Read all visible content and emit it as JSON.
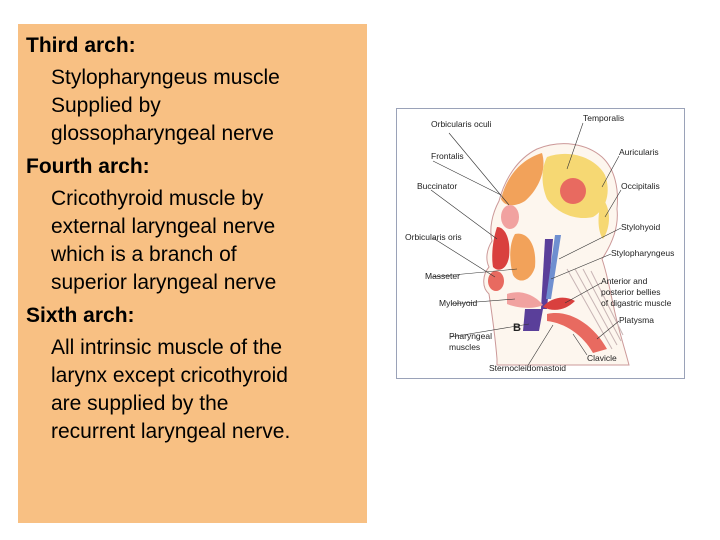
{
  "arches": [
    {
      "heading": "Third arch:",
      "body": "Stylopharyngeus muscle\nSupplied by\nglossopharyngeal nerve"
    },
    {
      "heading": "Fourth arch:",
      "body": "Cricothyroid  muscle by\nexternal laryngeal nerve\nwhich is a branch of\nsuperior laryngeal nerve"
    },
    {
      "heading": "Sixth arch:",
      "body": "All intrinsic muscle  of the\nlarynx except  cricothyroid\nare supplied by the\nrecurrent laryngeal nerve."
    }
  ],
  "figure": {
    "labels": {
      "orbicularis_oculi": "Orbicularis oculi",
      "temporalis": "Temporalis",
      "frontalis": "Frontalis",
      "auricularis": "Auricularis",
      "buccinator": "Buccinator",
      "occipitalis": "Occipitalis",
      "stylohyoid": "Stylohyoid",
      "orbicularis_oris": "Orbicularis oris",
      "stylopharyngeus": "Stylopharyngeus",
      "masseter": "Masseter",
      "anterior_posterior_1": "Anterior and",
      "anterior_posterior_2": "posterior bellies",
      "anterior_posterior_3": "of digastric muscle",
      "mylohyoid": "Mylohyoid",
      "pharyngeal_1": "Pharyngeal",
      "pharyngeal_2": "muscles",
      "platysma": "Platysma",
      "clavicle": "Clavicle",
      "sternocleidomastoid": "Sternocleidomastoid",
      "panel_letter": "B"
    }
  },
  "colors": {
    "panel_bg": "#f8c083",
    "figure_border": "#9aa2b8",
    "muscle_orange": "#f2a25a",
    "muscle_yellow": "#f6d873",
    "muscle_red": "#d9403e",
    "muscle_pink": "#f1a2a0",
    "muscle_purple": "#5a3f9a",
    "muscle_blue": "#6f8fd0"
  }
}
